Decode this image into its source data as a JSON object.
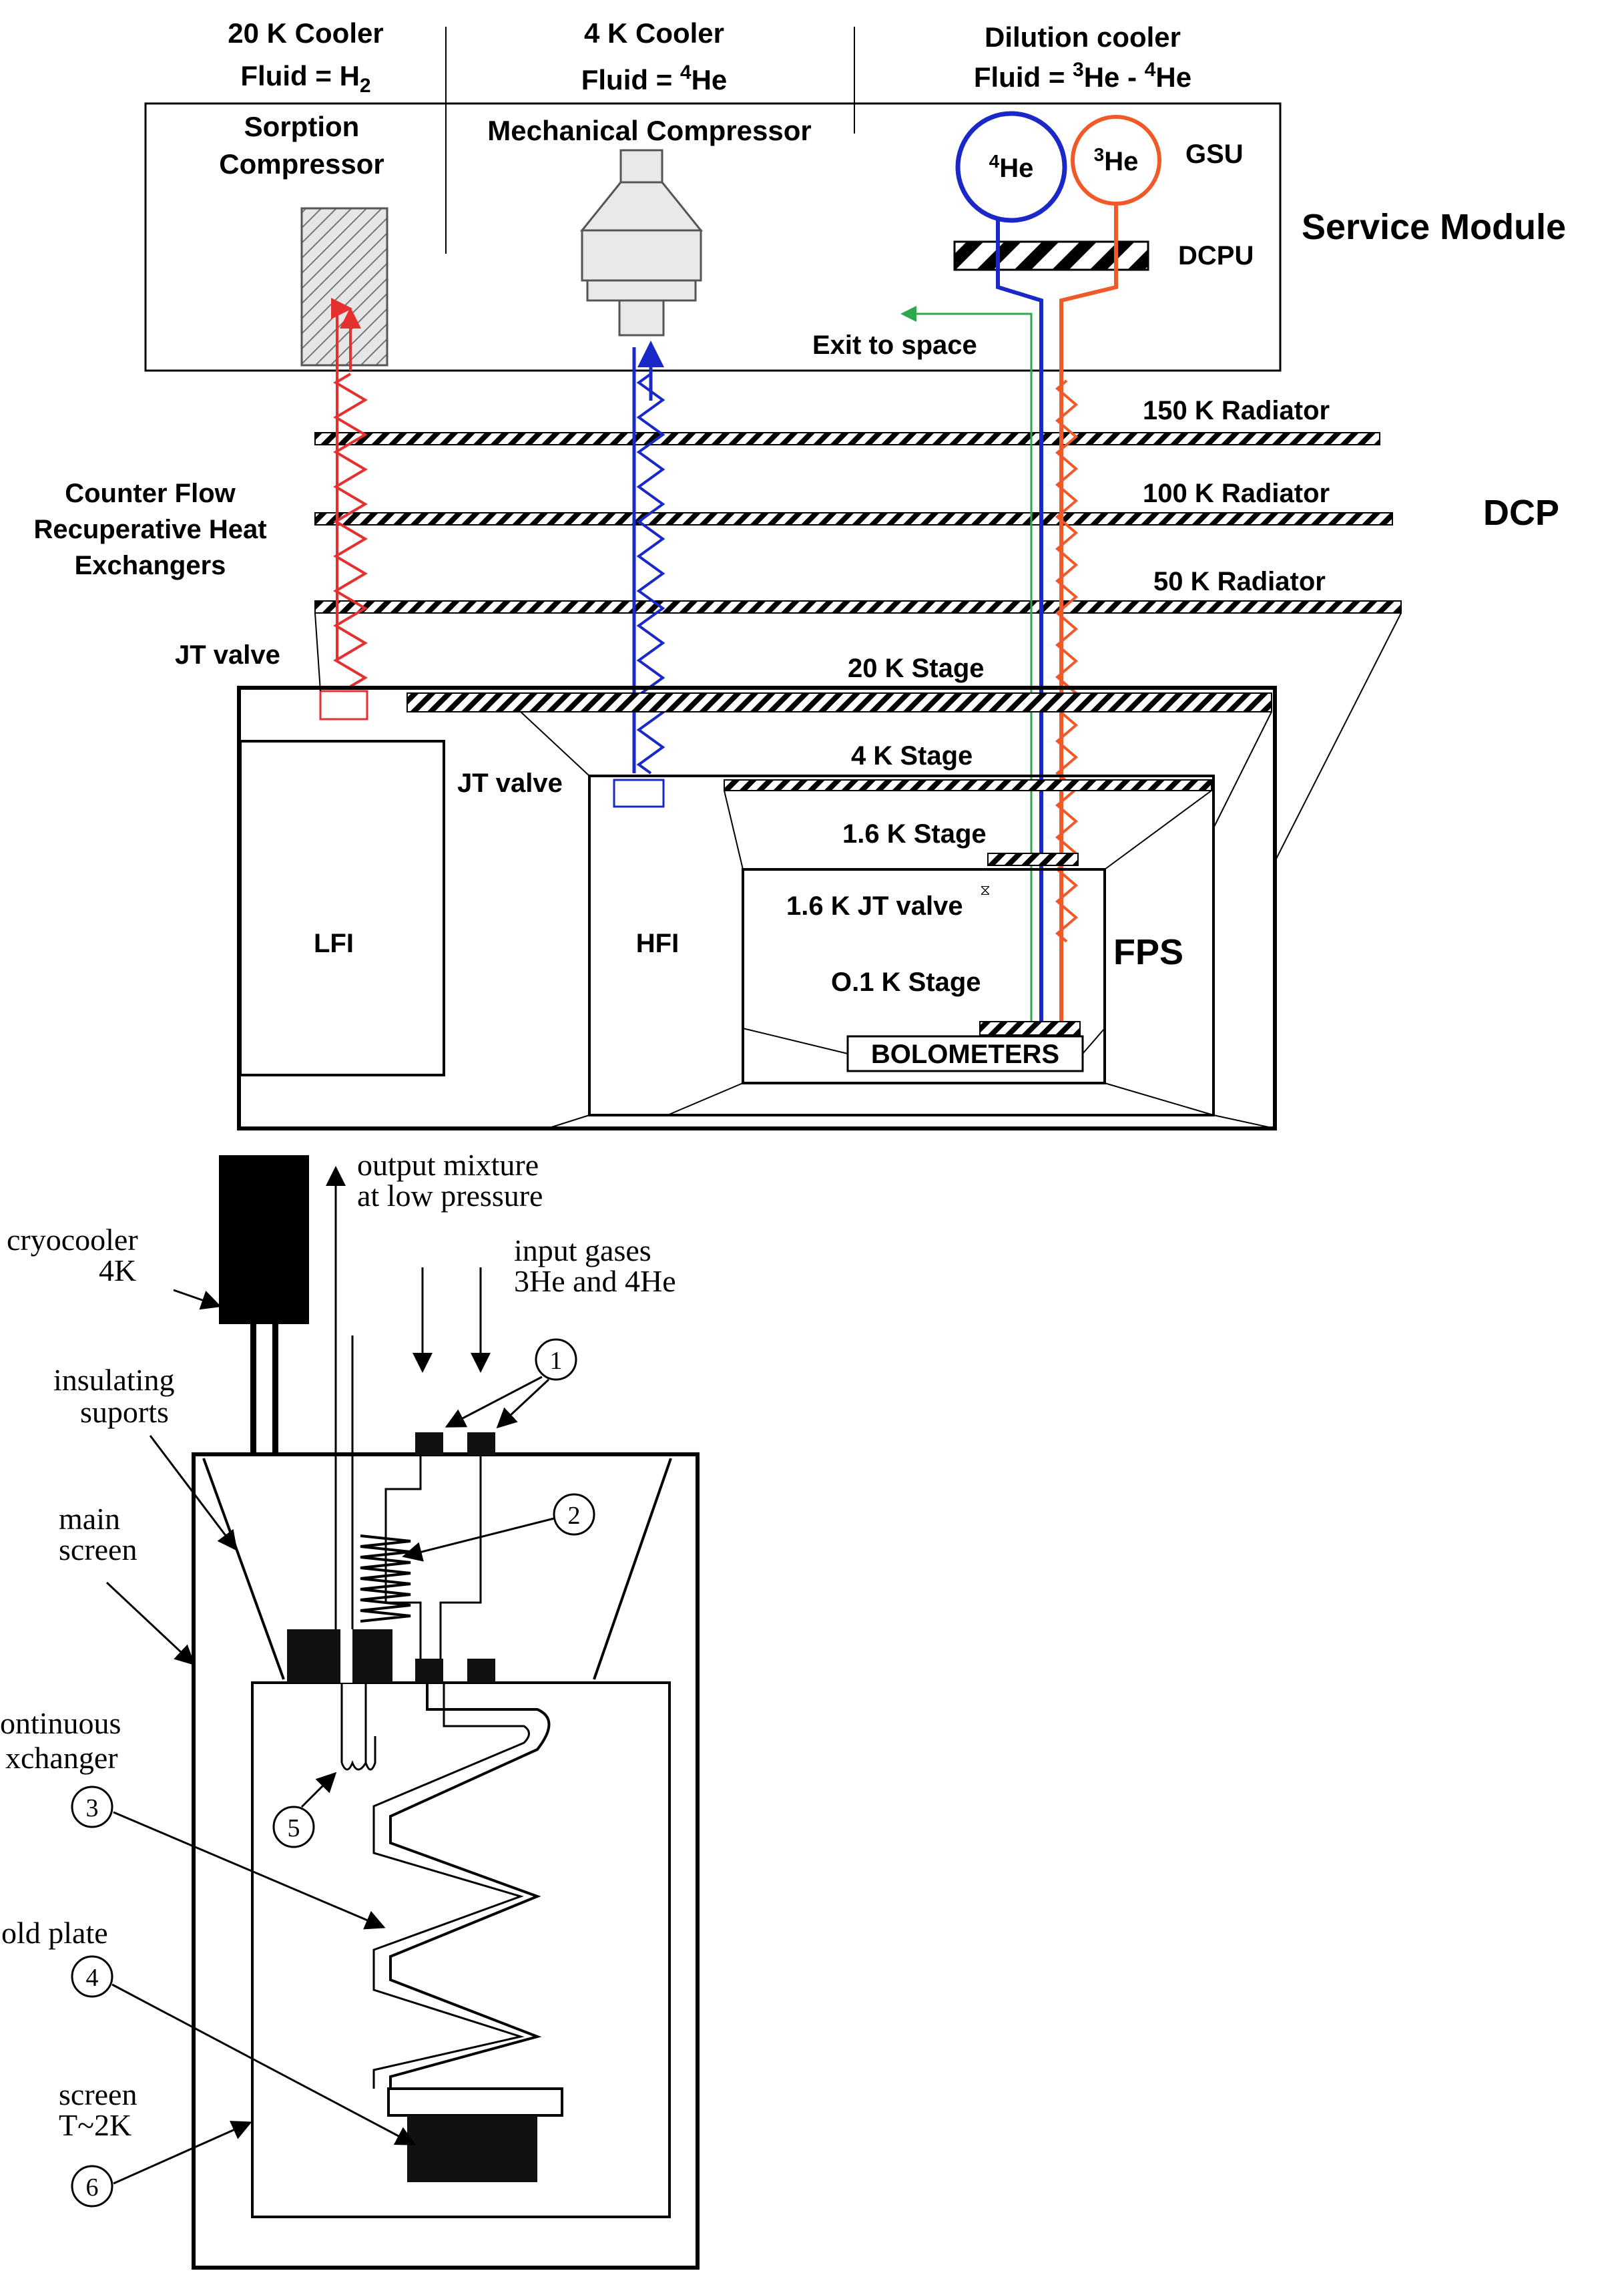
{
  "top": {
    "columns": [
      {
        "title": "20 K Cooler",
        "fluid_prefix": "Fluid = H",
        "fluid_sub": "2",
        "fluid_mid": "",
        "fluid_sup2": "",
        "fluid_end": ""
      },
      {
        "title": "4 K Cooler",
        "fluid_prefix": "Fluid = ",
        "fluid_sup": "4",
        "fluid_end": "He"
      },
      {
        "title": "Dilution cooler",
        "fluid_prefix": "Fluid = ",
        "fluid_sup": "3",
        "fluid_mid": "He - ",
        "fluid_sup2": "4",
        "fluid_end": "He"
      }
    ],
    "sorption_1": "Sorption",
    "sorption_2": "Compressor",
    "mechanical": "Mechanical Compressor",
    "he4_sup": "4",
    "he4": "He",
    "he3_sup": "3",
    "he3": "He",
    "gsu": "GSU",
    "dcpu": "DCPU",
    "service_module": "Service Module",
    "exit_to_space": "Exit to space",
    "rad150": "150 K Radiator",
    "rad100": "100 K Radiator",
    "rad50": "50 K Radiator",
    "dcp": "DCP",
    "counter_1": "Counter Flow",
    "counter_2": "Recuperative Heat",
    "counter_3": "Exchangers",
    "jt_valve_1": "JT valve",
    "jt_valve_2": "JT valve",
    "stage20": "20 K Stage",
    "stage4": "4 K  Stage",
    "stage16": "1.6 K  Stage",
    "jt16": "1.6 K JT valve",
    "stage01": "O.1 K  Stage",
    "lfi": "LFI",
    "hfi": "HFI",
    "fps": "FPS",
    "bolometers": "BOLOMETERS"
  },
  "bottom": {
    "output_1": "output mixture",
    "output_2": "at low pressure",
    "input_1": "input gases",
    "input_2": "3He and 4He",
    "cryocooler_1": "cryocooler",
    "cryocooler_2": "4K",
    "insulating_1": "insulating",
    "insulating_2": "suports",
    "main_1": "main",
    "main_2": "screen",
    "cont_1": "ontinuous",
    "cont_2": "xchanger",
    "cold_plate": "old plate",
    "screen_1": "screen",
    "screen_2": "T~2K",
    "n1": "1",
    "n2": "2",
    "n3": "3",
    "n4": "4",
    "n5": "5",
    "n6": "6"
  },
  "colors": {
    "red": "#e53030",
    "blue": "#1a28c8",
    "orange": "#f05a28",
    "green": "#2ea84a",
    "black": "#000000"
  }
}
